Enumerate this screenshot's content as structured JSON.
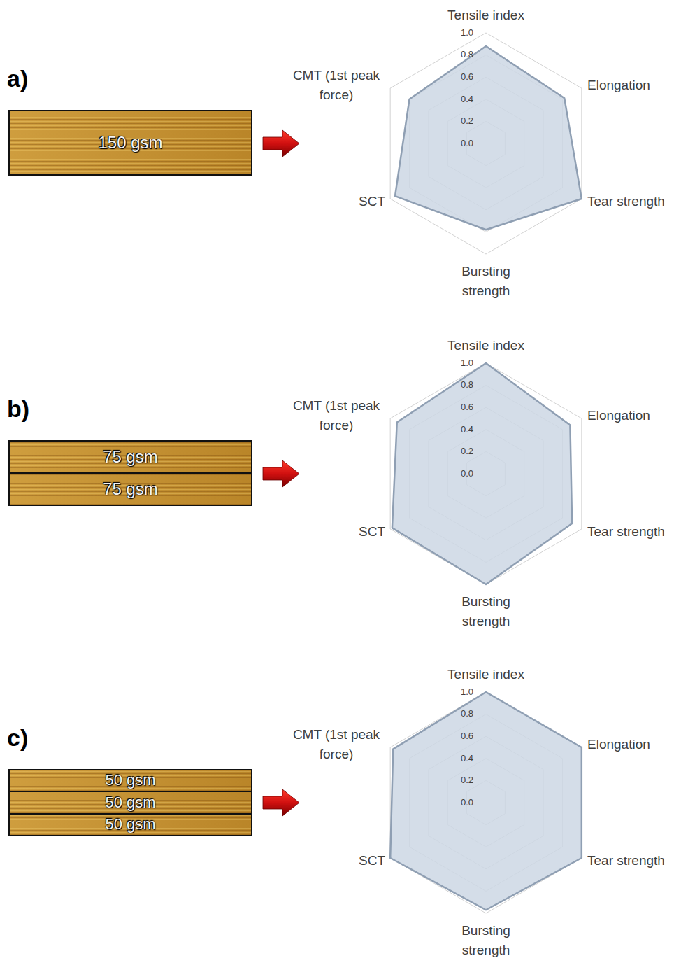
{
  "diagram": {
    "nodes": [
      {
        "text": [
          "150 gsm"
        ]
      },
      {
        "text": [
          "75 gsm"
        ]
      },
      {
        "text": [
          "75 gsm"
        ]
      },
      {
        "text": [
          "50 gsm"
        ]
      },
      {
        "text": [
          "50 gsm"
        ]
      },
      {
        "text": [
          "50 gsm"
        ]
      }
    ],
    "labels": [
      "a)",
      "Tensile index",
      "1.0",
      "0.8",
      "0.6",
      "0.4",
      "0.2",
      "0.0",
      "CMT (1st peak force)",
      "Elongation",
      "SCT",
      "Tear strength",
      "Bursting strength",
      "b)",
      "Tensile index",
      "1.0",
      "0.8",
      "0.6",
      "0.4",
      "0.2",
      "0.0",
      "CMT (1st peak force)",
      "Elongation",
      "SCT",
      "Tear strength",
      "Bursting strength",
      "c)",
      "Tensile index",
      "1.0",
      "0.8",
      "0.6",
      "0.4",
      "0.2",
      "0.0",
      "CMT (1st peak force)",
      "Elongation",
      "SCT",
      "Tear strength",
      "Bursting strength"
    ]
  }
}
